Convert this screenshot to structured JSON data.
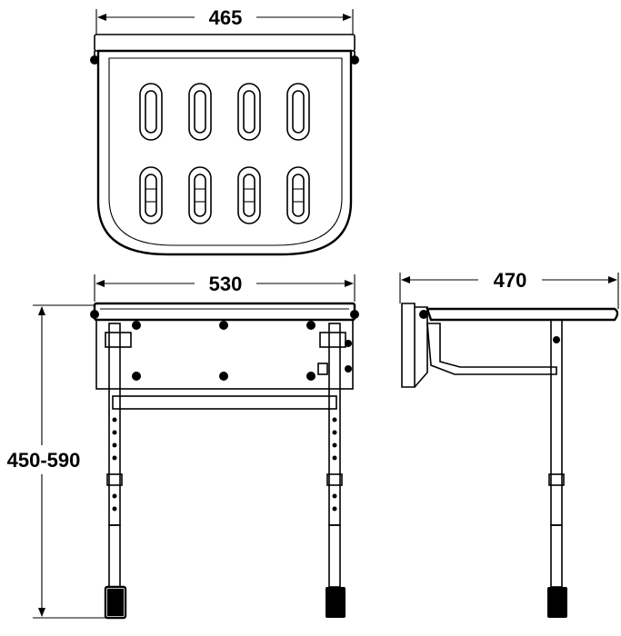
{
  "dimensions": {
    "top_width": "465",
    "front_width": "530",
    "side_depth": "470",
    "height_range": "450-590"
  },
  "colors": {
    "line": "#000000",
    "background": "#ffffff"
  }
}
